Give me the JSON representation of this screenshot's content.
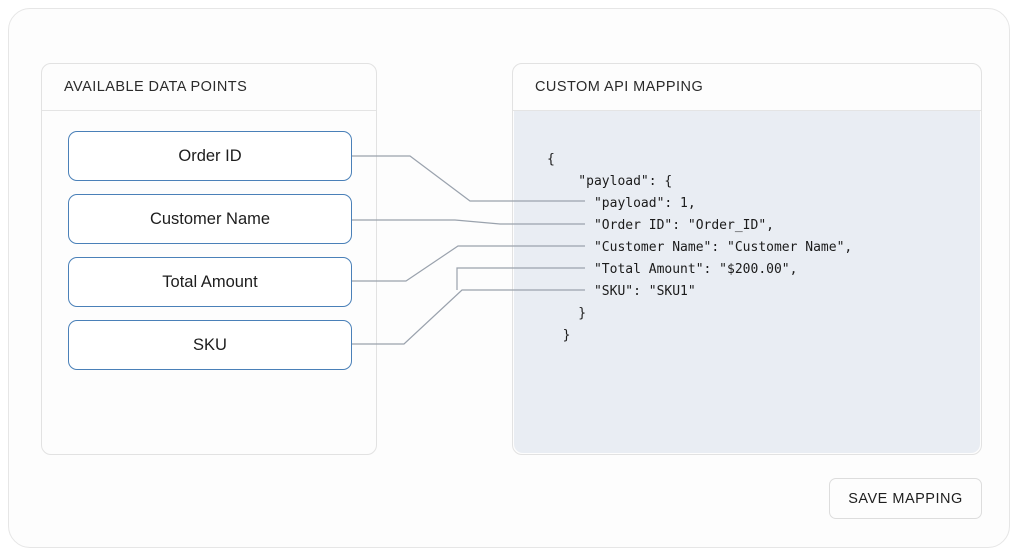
{
  "panels": {
    "available": {
      "title": "AVAILABLE DATA POINTS",
      "items": [
        {
          "label": "Order ID"
        },
        {
          "label": "Customer Name"
        },
        {
          "label": "Total Amount"
        },
        {
          "label": "SKU"
        }
      ]
    },
    "mapping": {
      "title": "CUSTOM API MAPPING",
      "code": "{\n    \"payload\": {\n      \"payload\": 1,\n      \"Order ID\": \"Order_ID\",\n      \"Customer Name\": \"Customer Name\",\n      \"Total Amount\": \"$200.00\",\n      \"SKU\": \"SKU1\"\n    }\n  }",
      "code_lines": [
        "{",
        "    \"payload\": {",
        "      \"payload\": 1,",
        "      \"Order ID\": \"Order_ID\",",
        "      \"Customer Name\": \"Customer Name\",",
        "      \"Total Amount\": \"$200.00\",",
        "      \"SKU\": \"SKU1\"",
        "    }",
        "  }"
      ]
    }
  },
  "actions": {
    "save_label": "SAVE MAPPING"
  },
  "colors": {
    "chip_border": "#4a80b8",
    "code_background": "#e9edf3",
    "connector": "#9aa2ad",
    "panel_border": "#e2e2e2",
    "page_background": "#ffffff"
  }
}
